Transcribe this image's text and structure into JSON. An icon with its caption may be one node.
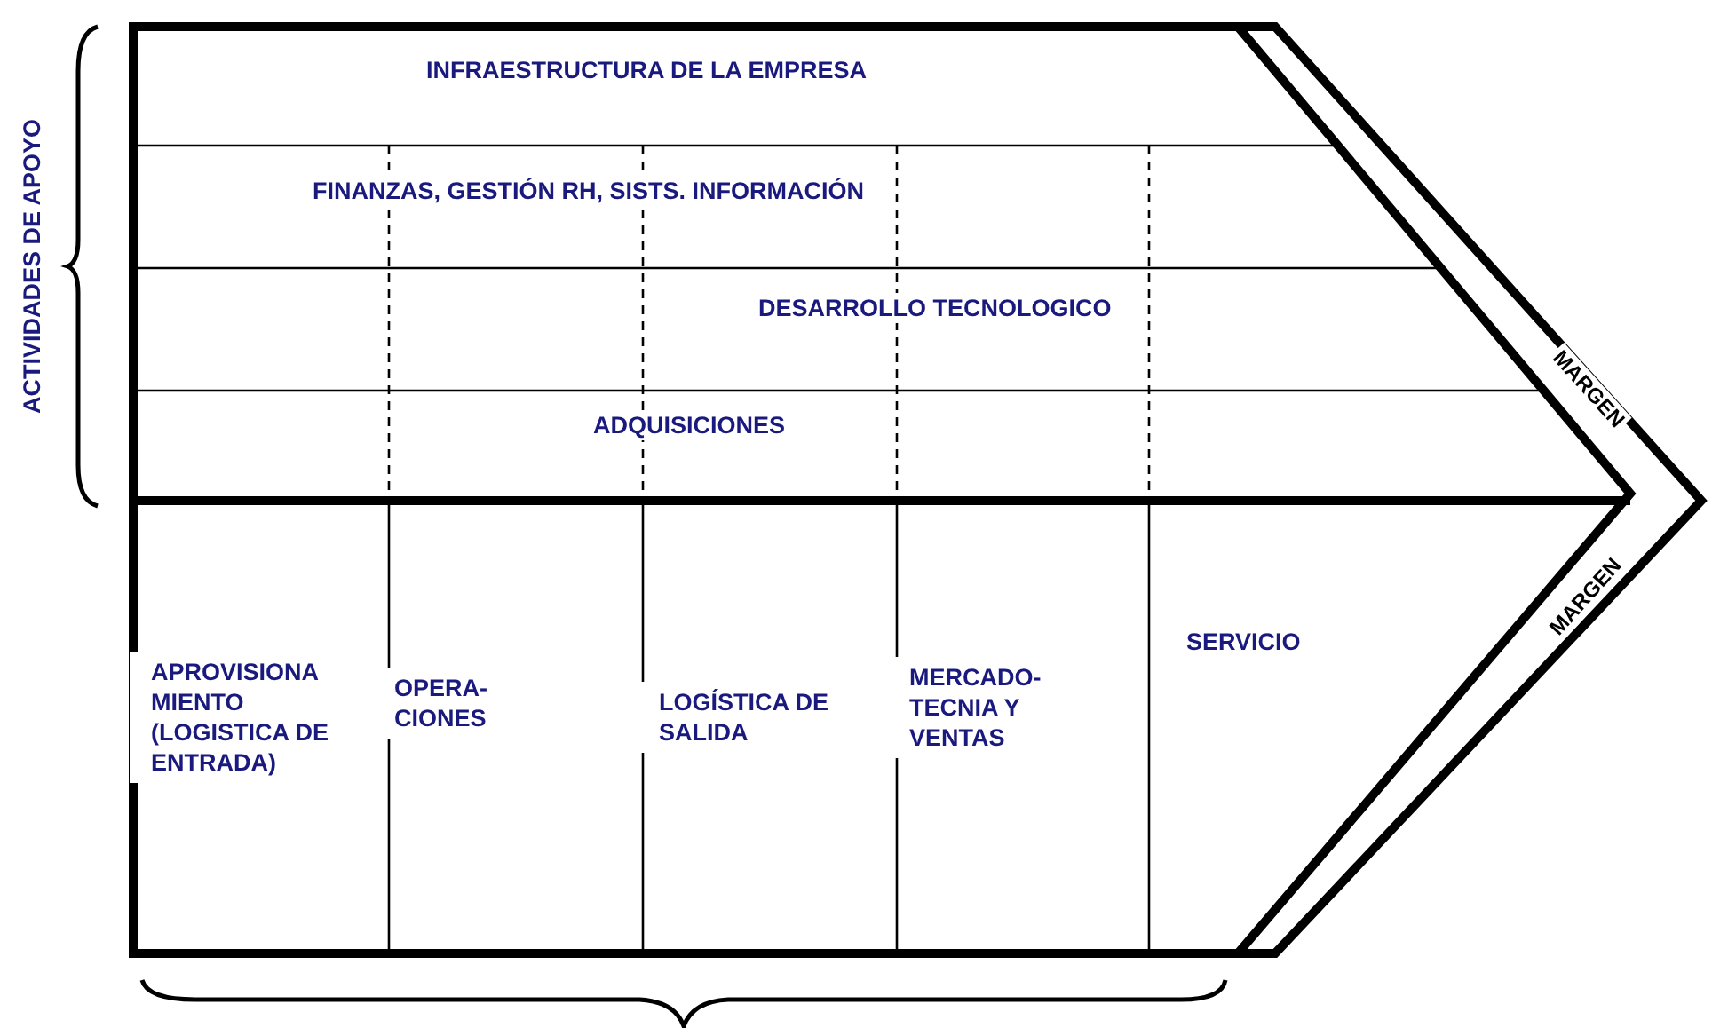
{
  "diagram": {
    "nodes": [
      {
        "text": [
          "INFRAESTRUCTURA DE LA EMPRESA"
        ]
      },
      {
        "text": [
          "FINANZAS, GESTIÓN RH, SISTS. INFORMACIÓN"
        ]
      },
      {
        "text": [
          "DESARROLLO TECNOLOGICO"
        ]
      },
      {
        "text": [
          "ADQUISICIONES"
        ]
      },
      {
        "text": [
          "APROVISIONA MIENTO (LOGISTICA DE ENTRADA)"
        ]
      },
      {
        "text": [
          "OPERA- CIONES"
        ]
      },
      {
        "text": [
          "LOGÍSTICA DE SALIDA"
        ]
      },
      {
        "text": [
          "MERCADO- TECNIA Y VENTAS"
        ]
      },
      {
        "text": [
          "SERVICIO"
        ]
      },
      {
        "text": [
          "MARGEN"
        ]
      },
      {
        "text": [
          "MARGEN"
        ]
      }
    ],
    "labels": [
      "ACTIVIDADES DE APOYO"
    ]
  }
}
